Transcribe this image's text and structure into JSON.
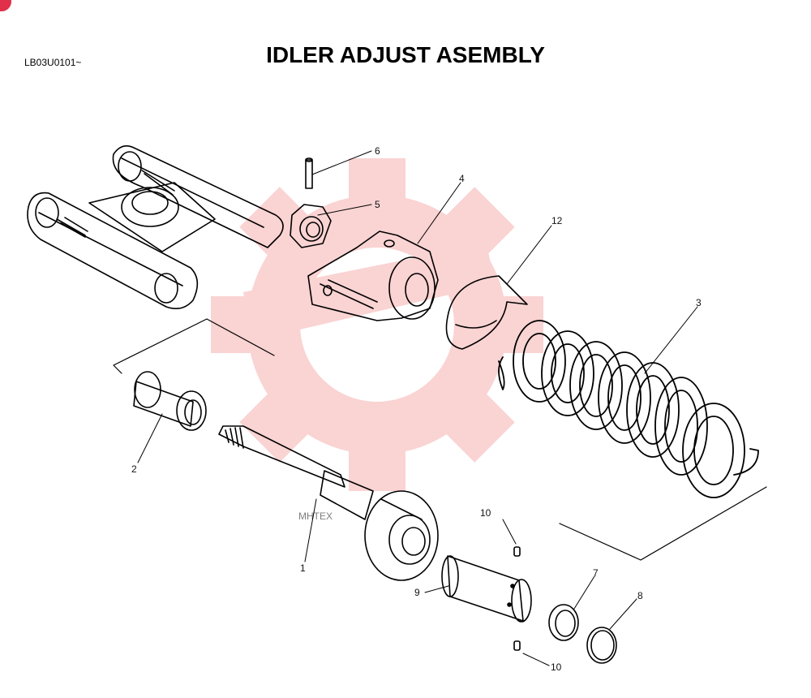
{
  "header": {
    "doc_code": "LB03U0101~",
    "title": "IDLER ADJUST ASEMBLY"
  },
  "watermark": {
    "text": "MHTEX",
    "gear_color": "#f08080"
  },
  "callouts": {
    "c1": "1",
    "c2": "2",
    "c3": "3",
    "c4": "4",
    "c5": "5",
    "c6": "6",
    "c7": "7",
    "c8": "8",
    "c9": "9",
    "c10a": "10",
    "c10b": "10",
    "c12": "12"
  }
}
